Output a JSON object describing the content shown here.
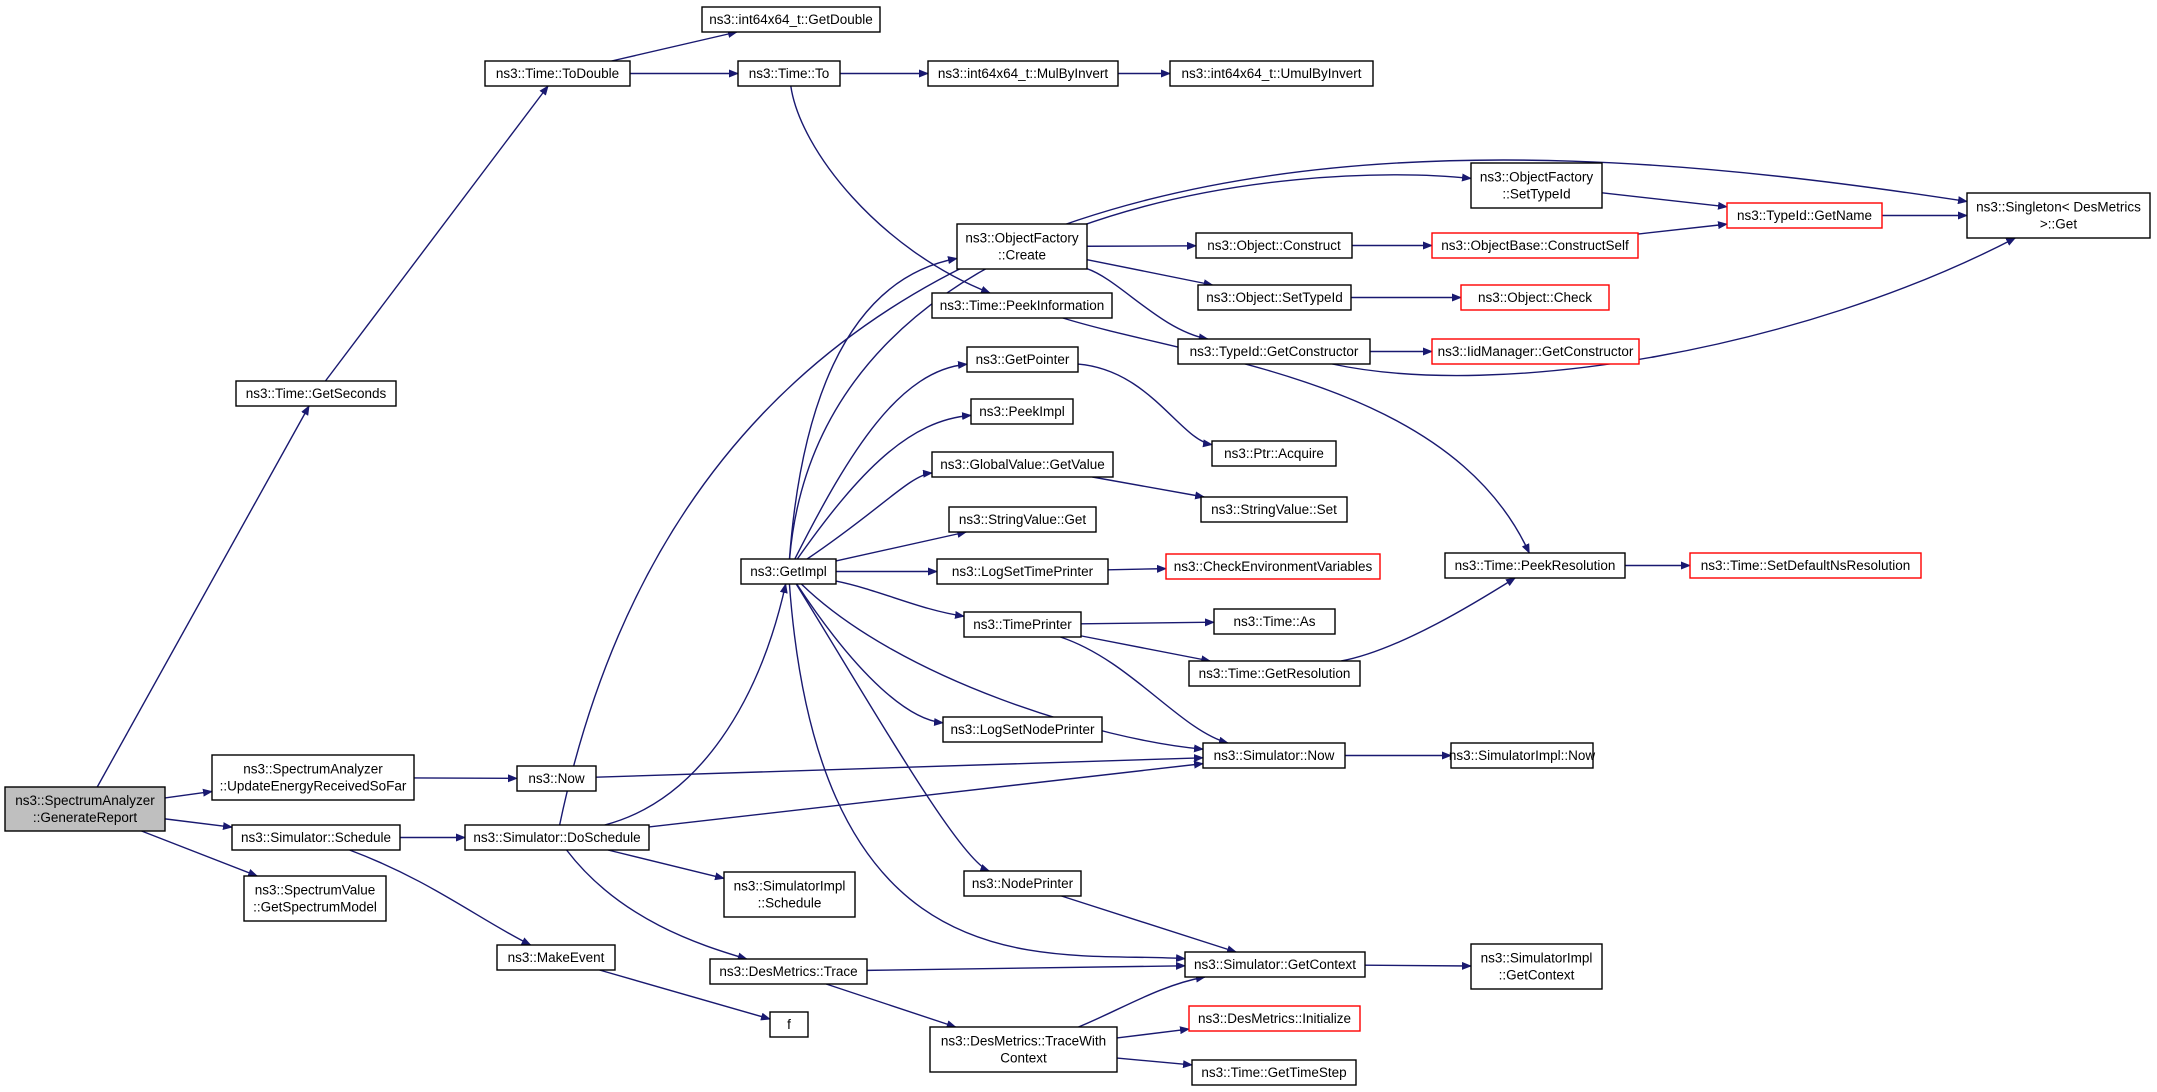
{
  "colors": {
    "edge": "#191970",
    "root_fill": "#bfbfbf",
    "red_border": "#ff0000",
    "border": "#000000"
  },
  "nodes": [
    {
      "id": "root",
      "lines": [
        "ns3::SpectrumAnalyzer",
        "::GenerateReport"
      ],
      "style": "root"
    },
    {
      "id": "getseconds",
      "lines": [
        "ns3::Time::GetSeconds"
      ]
    },
    {
      "id": "todouble",
      "lines": [
        "ns3::Time::ToDouble"
      ]
    },
    {
      "id": "getdouble",
      "lines": [
        "ns3::int64x64_t::GetDouble"
      ]
    },
    {
      "id": "to",
      "lines": [
        "ns3::Time::To"
      ]
    },
    {
      "id": "mulbyinvert",
      "lines": [
        "ns3::int64x64_t::MulByInvert"
      ]
    },
    {
      "id": "umulbyinvert",
      "lines": [
        "ns3::int64x64_t::UmulByInvert"
      ]
    },
    {
      "id": "update",
      "lines": [
        "ns3::SpectrumAnalyzer",
        "::UpdateEnergyReceivedSoFar"
      ]
    },
    {
      "id": "schedule",
      "lines": [
        "ns3::Simulator::Schedule"
      ]
    },
    {
      "id": "getspectrum",
      "lines": [
        "ns3::SpectrumValue",
        "::GetSpectrumModel"
      ]
    },
    {
      "id": "now",
      "lines": [
        "ns3::Now"
      ]
    },
    {
      "id": "doschedule",
      "lines": [
        "ns3::Simulator::DoSchedule"
      ]
    },
    {
      "id": "makeevent",
      "lines": [
        "ns3::MakeEvent"
      ]
    },
    {
      "id": "f",
      "lines": [
        "f"
      ]
    },
    {
      "id": "getimpl",
      "lines": [
        "ns3::GetImpl"
      ]
    },
    {
      "id": "simimplschedule",
      "lines": [
        "ns3::SimulatorImpl",
        "::Schedule"
      ]
    },
    {
      "id": "destrace",
      "lines": [
        "ns3::DesMetrics::Trace"
      ]
    },
    {
      "id": "tracewith",
      "lines": [
        "ns3::DesMetrics::TraceWith",
        "Context"
      ]
    },
    {
      "id": "ofcreate",
      "lines": [
        "ns3::ObjectFactory",
        "::Create"
      ]
    },
    {
      "id": "peekinfo",
      "lines": [
        "ns3::Time::PeekInformation"
      ]
    },
    {
      "id": "getpointer",
      "lines": [
        "ns3::GetPointer"
      ]
    },
    {
      "id": "peekimpl",
      "lines": [
        "ns3::PeekImpl"
      ]
    },
    {
      "id": "gvgetvalue",
      "lines": [
        "ns3::GlobalValue::GetValue"
      ]
    },
    {
      "id": "svget",
      "lines": [
        "ns3::StringValue::Get"
      ]
    },
    {
      "id": "logsettime",
      "lines": [
        "ns3::LogSetTimePrinter"
      ]
    },
    {
      "id": "timeprinter",
      "lines": [
        "ns3::TimePrinter"
      ]
    },
    {
      "id": "logsetnode",
      "lines": [
        "ns3::LogSetNodePrinter"
      ]
    },
    {
      "id": "nodeprinter",
      "lines": [
        "ns3::NodePrinter"
      ]
    },
    {
      "id": "ofsettypeid",
      "lines": [
        "ns3::ObjectFactory",
        "::SetTypeId"
      ]
    },
    {
      "id": "objconstruct",
      "lines": [
        "ns3::Object::Construct"
      ]
    },
    {
      "id": "objsettypeid",
      "lines": [
        "ns3::Object::SetTypeId"
      ]
    },
    {
      "id": "typeidgetctor",
      "lines": [
        "ns3::TypeId::GetConstructor"
      ]
    },
    {
      "id": "ptracquire",
      "lines": [
        "ns3::Ptr::Acquire"
      ]
    },
    {
      "id": "svset",
      "lines": [
        "ns3::StringValue::Set"
      ]
    },
    {
      "id": "checkenv",
      "lines": [
        "ns3::CheckEnvironmentVariables"
      ],
      "style": "red"
    },
    {
      "id": "timeas",
      "lines": [
        "ns3::Time::As"
      ]
    },
    {
      "id": "getresolution",
      "lines": [
        "ns3::Time::GetResolution"
      ]
    },
    {
      "id": "simnow",
      "lines": [
        "ns3::Simulator::Now"
      ]
    },
    {
      "id": "getcontext",
      "lines": [
        "ns3::Simulator::GetContext"
      ]
    },
    {
      "id": "desinit",
      "lines": [
        "ns3::DesMetrics::Initialize"
      ],
      "style": "red"
    },
    {
      "id": "gettimestep",
      "lines": [
        "ns3::Time::GetTimeStep"
      ]
    },
    {
      "id": "objbaseconstruct",
      "lines": [
        "ns3::ObjectBase::ConstructSelf"
      ],
      "style": "red"
    },
    {
      "id": "objcheck",
      "lines": [
        "ns3::Object::Check"
      ],
      "style": "red"
    },
    {
      "id": "iidgetctor",
      "lines": [
        "ns3::IidManager::GetConstructor"
      ],
      "style": "red"
    },
    {
      "id": "typeidgetname",
      "lines": [
        "ns3::TypeId::GetName"
      ],
      "style": "red"
    },
    {
      "id": "peekres",
      "lines": [
        "ns3::Time::PeekResolution"
      ]
    },
    {
      "id": "simimplnow",
      "lines": [
        "ns3::SimulatorImpl::Now"
      ]
    },
    {
      "id": "simimplgetcontext",
      "lines": [
        "ns3::SimulatorImpl",
        "::GetContext"
      ]
    },
    {
      "id": "setdefaultns",
      "lines": [
        "ns3::Time::SetDefaultNsResolution"
      ],
      "style": "red"
    },
    {
      "id": "singleton",
      "lines": [
        "ns3::Singleton< DesMetrics",
        ">::Get"
      ]
    }
  ],
  "edges": [
    [
      "root",
      "getseconds"
    ],
    [
      "root",
      "update"
    ],
    [
      "root",
      "schedule"
    ],
    [
      "root",
      "getspectrum"
    ],
    [
      "getseconds",
      "todouble"
    ],
    [
      "todouble",
      "getdouble"
    ],
    [
      "todouble",
      "to"
    ],
    [
      "to",
      "mulbyinvert"
    ],
    [
      "mulbyinvert",
      "umulbyinvert"
    ],
    [
      "to",
      "peekinfo"
    ],
    [
      "update",
      "now"
    ],
    [
      "now",
      "simnow"
    ],
    [
      "schedule",
      "doschedule"
    ],
    [
      "schedule",
      "makeevent"
    ],
    [
      "makeevent",
      "f"
    ],
    [
      "doschedule",
      "getimpl"
    ],
    [
      "doschedule",
      "simimplschedule"
    ],
    [
      "doschedule",
      "destrace"
    ],
    [
      "doschedule",
      "simnow"
    ],
    [
      "doschedule",
      "singleton"
    ],
    [
      "getimpl",
      "ofcreate"
    ],
    [
      "getimpl",
      "ofsettypeid"
    ],
    [
      "getimpl",
      "getpointer"
    ],
    [
      "getimpl",
      "peekimpl"
    ],
    [
      "getimpl",
      "gvgetvalue"
    ],
    [
      "getimpl",
      "svget"
    ],
    [
      "getimpl",
      "logsettime"
    ],
    [
      "getimpl",
      "timeprinter"
    ],
    [
      "getimpl",
      "logsetnode"
    ],
    [
      "getimpl",
      "nodeprinter"
    ],
    [
      "getimpl",
      "simnow"
    ],
    [
      "getimpl",
      "getcontext"
    ],
    [
      "ofcreate",
      "objconstruct"
    ],
    [
      "ofcreate",
      "objsettypeid"
    ],
    [
      "ofcreate",
      "typeidgetctor"
    ],
    [
      "objconstruct",
      "objbaseconstruct"
    ],
    [
      "objsettypeid",
      "objcheck"
    ],
    [
      "typeidgetctor",
      "iidgetctor"
    ],
    [
      "typeidgetctor",
      "singleton"
    ],
    [
      "objbaseconstruct",
      "typeidgetname"
    ],
    [
      "ofsettypeid",
      "typeidgetname"
    ],
    [
      "typeidgetname",
      "singleton"
    ],
    [
      "peekinfo",
      "peekres"
    ],
    [
      "peekres",
      "setdefaultns"
    ],
    [
      "getpointer",
      "ptracquire"
    ],
    [
      "gvgetvalue",
      "svset"
    ],
    [
      "logsettime",
      "checkenv"
    ],
    [
      "timeprinter",
      "timeas"
    ],
    [
      "timeprinter",
      "getresolution"
    ],
    [
      "timeprinter",
      "simnow"
    ],
    [
      "getresolution",
      "peekres"
    ],
    [
      "simnow",
      "simimplnow"
    ],
    [
      "nodeprinter",
      "getcontext"
    ],
    [
      "getcontext",
      "simimplgetcontext"
    ],
    [
      "destrace",
      "getcontext"
    ],
    [
      "destrace",
      "tracewith"
    ],
    [
      "tracewith",
      "getcontext"
    ],
    [
      "tracewith",
      "desinit"
    ],
    [
      "tracewith",
      "gettimestep"
    ]
  ]
}
